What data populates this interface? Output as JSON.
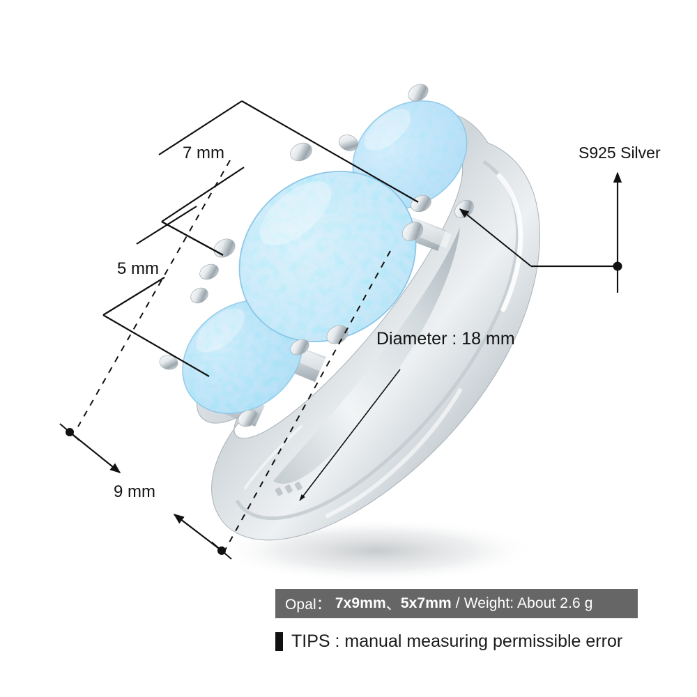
{
  "product": {
    "type": "ring",
    "material_label": "S925  Silver",
    "stone": "opal",
    "stone_base_color": "#a9d9f4",
    "stone_fleck_colors": [
      "#7ef0e0",
      "#c9b6ef",
      "#f0c8e0",
      "#6fd8f6"
    ],
    "metal_color": "#e9ecee",
    "background_color": "#ffffff"
  },
  "annotations": {
    "stone_large_height": "7 mm",
    "stone_small_height": "5 mm",
    "stone_large_width": "9 mm",
    "diameter": "Diameter : 18 mm",
    "material": "S925  Silver"
  },
  "banners": {
    "spec": {
      "prefix": "Opal：",
      "size_large": "7x9mm",
      "separator": "、",
      "size_small": "5x7mm",
      "divider": "/",
      "weight_label": "Weight: About 2.6 g",
      "background": "#666666",
      "text_color": "#ffffff"
    },
    "tips": {
      "bullet": "square-bullet",
      "text": "TIPS : manual measuring permissible error",
      "text_color": "#1a1a1a"
    }
  }
}
